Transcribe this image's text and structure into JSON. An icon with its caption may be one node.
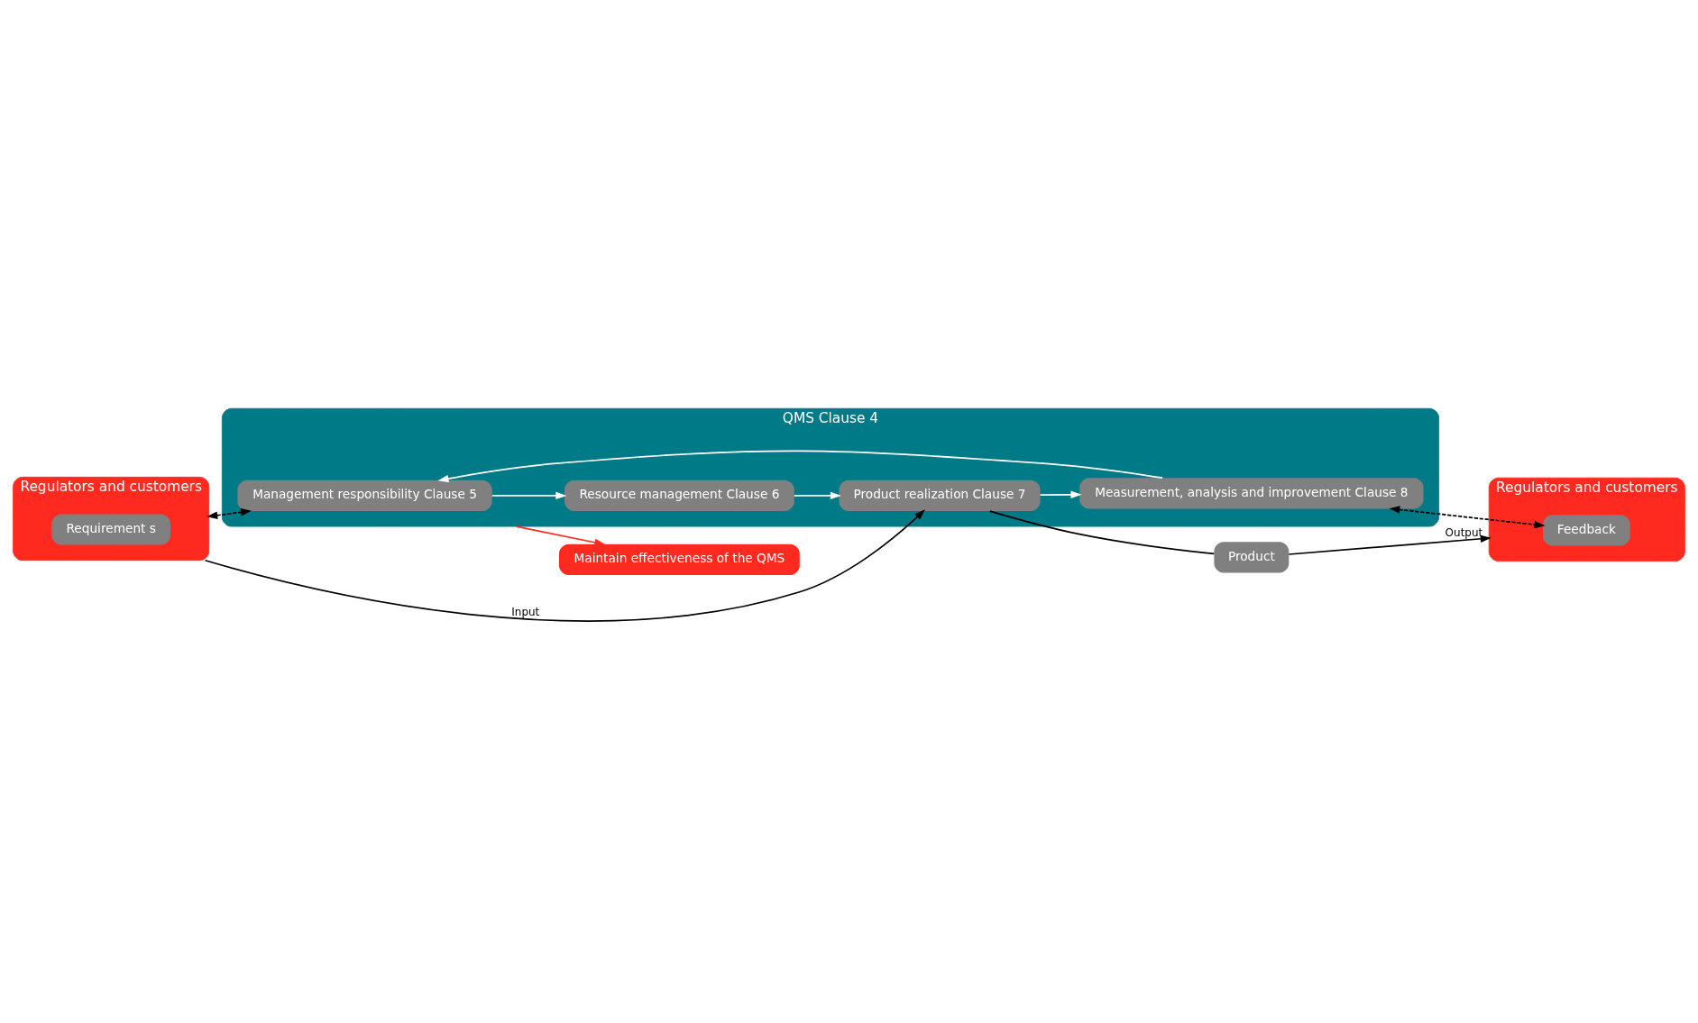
{
  "diagram": {
    "nodes": [
      {
        "text": [
          "Maintain effectiveness of the QMS"
        ]
      },
      {
        "text": [
          "Regulators and customers"
        ]
      },
      {
        "text": [
          "Requirement s"
        ],
        "in": 1
      },
      {
        "text": [
          "QMS Clause 4"
        ]
      },
      {
        "text": [
          "Management responsibility Clause 5"
        ],
        "in": 3
      },
      {
        "text": [
          "Resource management Clause 6"
        ],
        "in": 3
      },
      {
        "text": [
          "Measurement, analysis and improvement Clause 8"
        ],
        "in": 3
      },
      {
        "text": [
          "Product realization Clause 7"
        ],
        "in": 3
      },
      {
        "text": [
          "Product"
        ]
      },
      {
        "text": [
          "Regulators and customers"
        ]
      },
      {
        "text": [
          "Feedback"
        ],
        "in": 9
      }
    ],
    "edges": [
      {
        "from": 1,
        "to": 4,
        "arrow": "both",
        "style": "dashed"
      },
      {
        "from": 4,
        "to": 5,
        "arrow": "to",
        "color": "#ffffff"
      },
      {
        "from": 5,
        "to": 7,
        "arrow": "to",
        "color": "#ffffff"
      },
      {
        "from": 7,
        "to": 6,
        "arrow": "to",
        "color": "#ffffff"
      },
      {
        "from": 6,
        "to": 4,
        "arrow": "to",
        "color": "#ffffff"
      },
      {
        "from": 6,
        "to": 10,
        "arrow": "both",
        "style": "dashed"
      },
      {
        "from": 1,
        "to": 7,
        "arrow": "to",
        "label": "Input"
      },
      {
        "from": 7,
        "to": 8,
        "arrow": "none"
      },
      {
        "from": 8,
        "to": 9,
        "arrow": "to",
        "label": "Output"
      },
      {
        "from": 3,
        "to": 0,
        "arrow": "to",
        "color": "#ff2a1f"
      }
    ]
  }
}
